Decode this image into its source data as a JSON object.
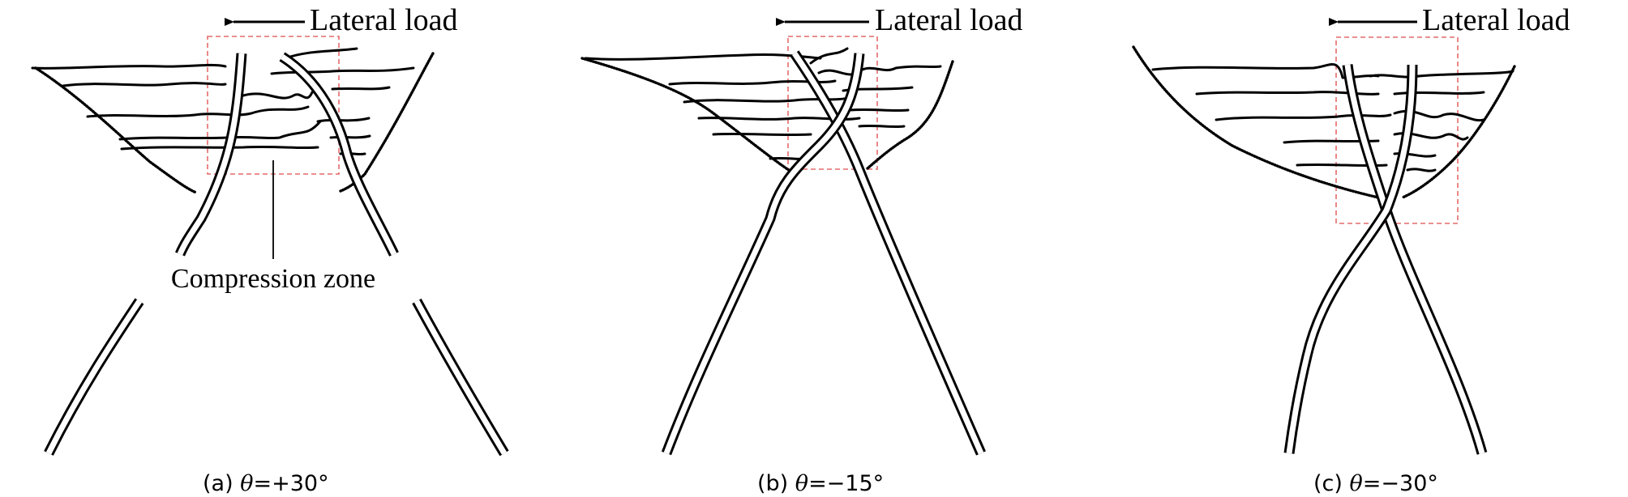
{
  "panels": [
    {
      "load_label": "Lateral load",
      "caption_prefix": "(a) ",
      "theta_symbol": "θ",
      "caption_value": "=+30°",
      "zone_label": "Compression zone"
    },
    {
      "load_label": "Lateral load",
      "caption_prefix": "(b) ",
      "theta_symbol": "θ",
      "caption_value": "=−15°"
    },
    {
      "load_label": "Lateral load",
      "caption_prefix": "(c) ",
      "theta_symbol": "θ",
      "caption_value": "=−30°"
    }
  ],
  "colors": {
    "line": "#000000",
    "zone_outline": "#e46a6a",
    "background": "#ffffff"
  }
}
